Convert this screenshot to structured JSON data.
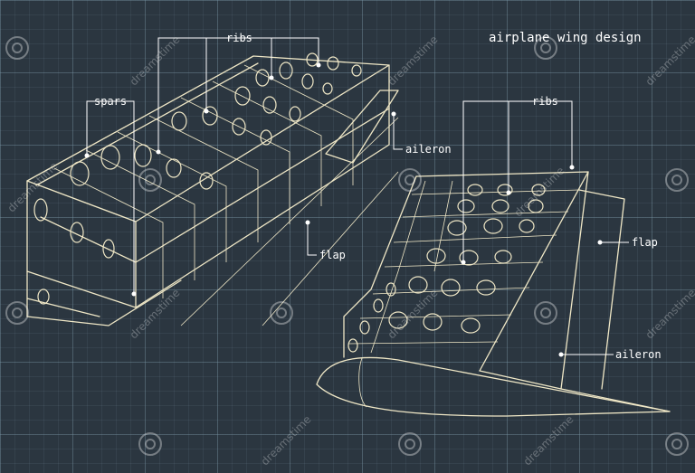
{
  "title": "airplane wing design",
  "labels": {
    "left_ribs": "ribs",
    "spars": "spars",
    "left_aileron": "aileron",
    "left_flap": "flap",
    "right_ribs": "ribs",
    "right_flap": "flap",
    "right_aileron": "aileron"
  },
  "watermark": "dreamstime",
  "colors": {
    "background": "#2b3640",
    "line": "#efe7c6",
    "label": "#ffffff"
  }
}
